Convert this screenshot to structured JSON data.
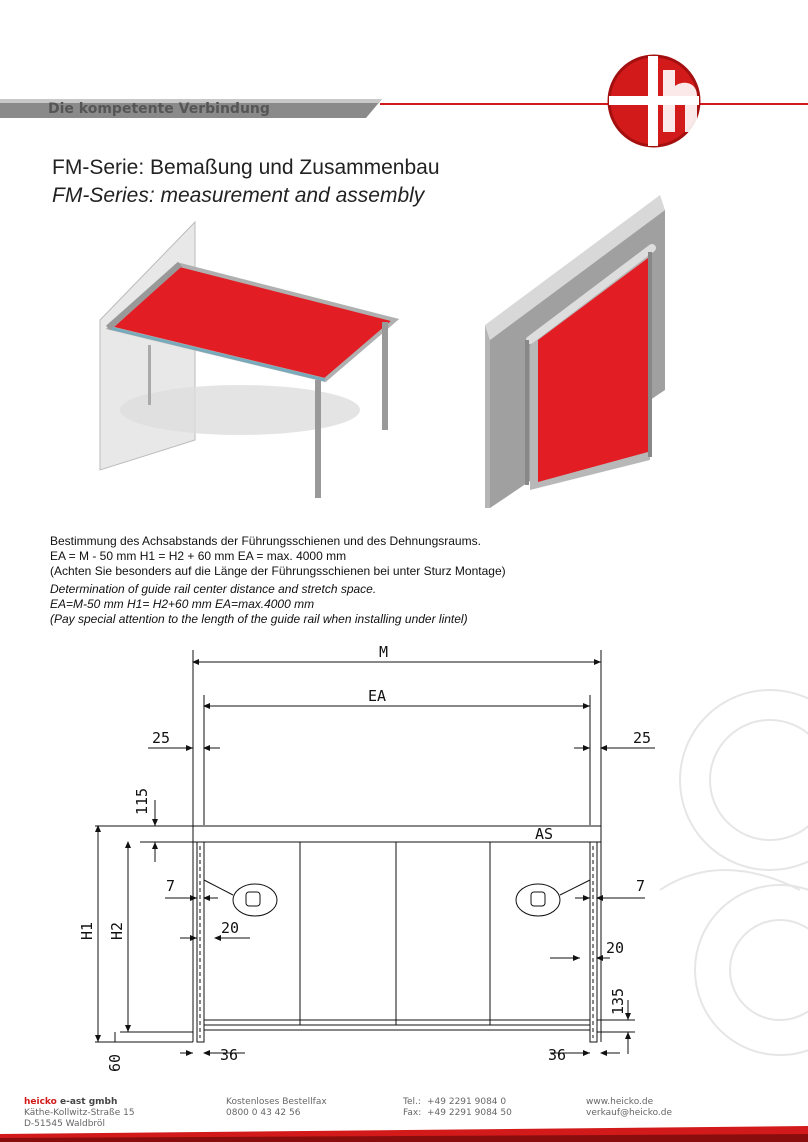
{
  "header": {
    "tagline": "Die kompetente Verbindung",
    "logo_text": "eh",
    "colors": {
      "brand_red": "#d21a1a",
      "band_gray": "#8a8a8a"
    }
  },
  "title": {
    "de": "FM-Serie: Bemaßung und Zusammenbau",
    "en": "FM-Series: measurement and assembly"
  },
  "description": {
    "line1": "Bestimmung des Achsabstands der Führungsschienen und des Dehnungsraums.",
    "line2": "EA = M - 50 mm H1 = H2 + 60 mm EA = max. 4000 mm",
    "line3": "(Achten Sie besonders auf die Länge der Führungsschienen bei unter Sturz Montage)",
    "line4": "Determination of guide rail center distance and stretch space.",
    "line5": "EA=M-50 mm     H1= H2+60 mm     EA=max.4000 mm",
    "line6": "(Pay special attention to the length of the guide rail when installing under lintel)"
  },
  "drawing": {
    "labels": {
      "M": "M",
      "EA": "EA",
      "AS": "AS",
      "H1": "H1",
      "H2": "H2",
      "d25_left": "25",
      "d25_right": "25",
      "d115": "115",
      "d7_left": "7",
      "d7_right": "7",
      "d20_left": "20",
      "d20_right": "20",
      "d135": "135",
      "d60": "60",
      "d36_left": "36",
      "d36_right": "36"
    }
  },
  "footer": {
    "company_bold": "heicko",
    "company_rest": " e-ast gmbh",
    "street": "Käthe-Kollwitz-Straße 15",
    "city": "D-51545 Waldbröl",
    "fax_label": "Kostenloses Bestellfax",
    "fax_free": "0800 0 43 42 56",
    "tel_label": "Tel.:",
    "tel": "+49 2291 9084 0",
    "fax2_label": "Fax:",
    "fax2": "+49 2291 9084 50",
    "web": "www.heicko.de",
    "email": "verkauf@heicko.de"
  }
}
